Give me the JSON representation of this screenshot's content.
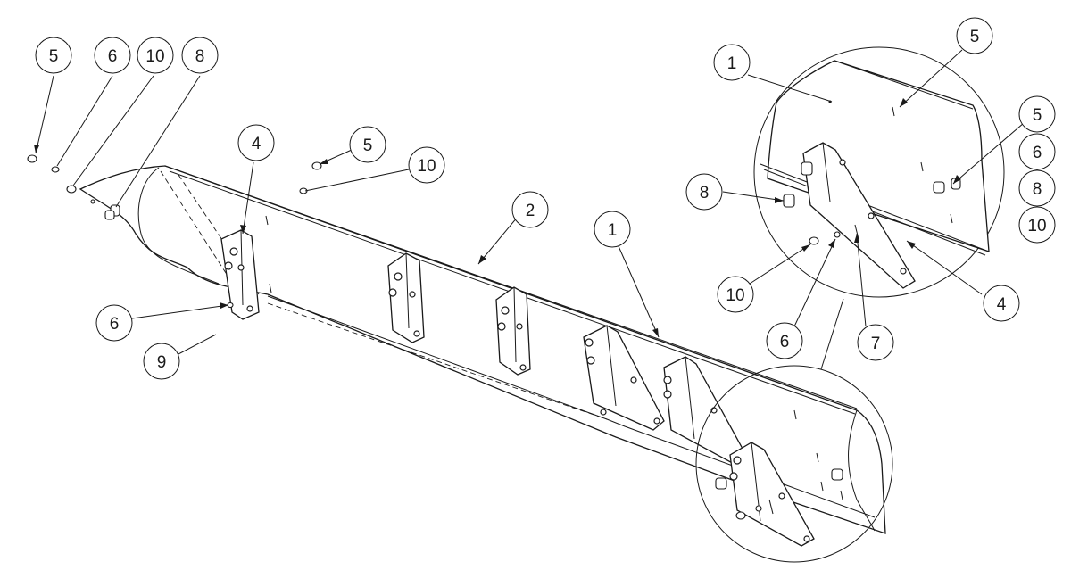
{
  "balloons": [
    {
      "id": "b-5a",
      "label": "5"
    },
    {
      "id": "b-6a",
      "label": "6"
    },
    {
      "id": "b-10a",
      "label": "10"
    },
    {
      "id": "b-8a",
      "label": "8"
    },
    {
      "id": "b-4a",
      "label": "4"
    },
    {
      "id": "b-5b",
      "label": "5"
    },
    {
      "id": "b-10b",
      "label": "10"
    },
    {
      "id": "b-2",
      "label": "2"
    },
    {
      "id": "b-1a",
      "label": "1"
    },
    {
      "id": "b-6b",
      "label": "6"
    },
    {
      "id": "b-9",
      "label": "9"
    },
    {
      "id": "b-1b",
      "label": "1"
    },
    {
      "id": "b-5c",
      "label": "5"
    },
    {
      "id": "b-5d",
      "label": "5"
    },
    {
      "id": "b-6c",
      "label": "6"
    },
    {
      "id": "b-8b",
      "label": "8"
    },
    {
      "id": "b-10c",
      "label": "10"
    },
    {
      "id": "b-8c",
      "label": "8"
    },
    {
      "id": "b-4b",
      "label": "4"
    },
    {
      "id": "b-10d",
      "label": "10"
    },
    {
      "id": "b-6d",
      "label": "6"
    },
    {
      "id": "b-7",
      "label": "7"
    }
  ]
}
